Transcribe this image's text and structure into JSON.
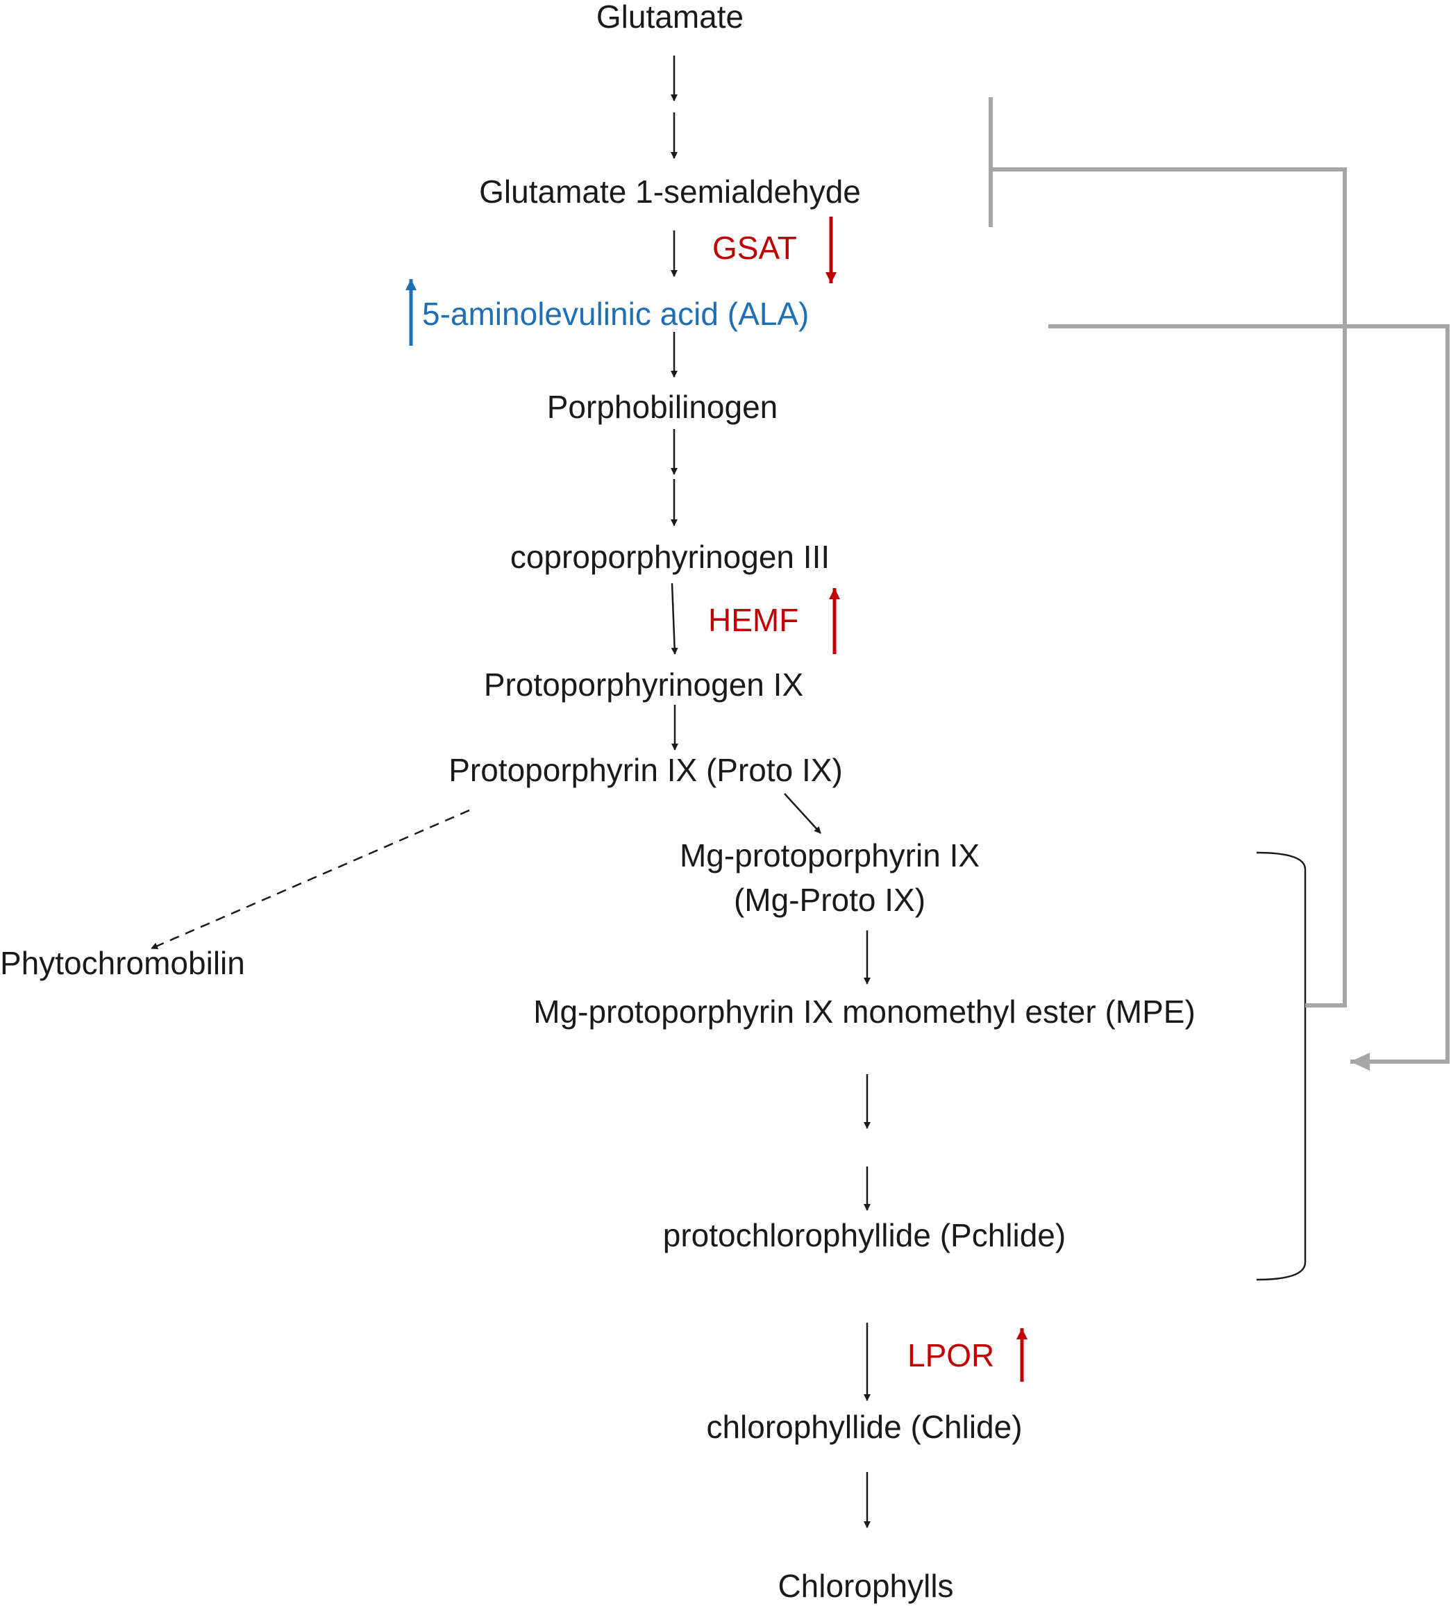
{
  "compounds": {
    "glutamate": "Glutamate",
    "gsa": "Glutamate 1-semialdehyde",
    "ala": "5-aminolevulinic acid (ALA)",
    "pbg": "Porphobilinogen",
    "copro": "coproporphyrinogen III",
    "protogen": "Protoporphyrinogen IX",
    "proto": "Protoporphyrin IX (Proto IX)",
    "mgproto_1": "Mg-protoporphyrin IX",
    "mgproto_2": "(Mg-Proto IX)",
    "phyto": "Phytochromobilin",
    "mpe": "Mg-protoporphyrin IX monomethyl ester (MPE)",
    "pchlide": "protochlorophyllide (Pchlide)",
    "chlide": "chlorophyllide (Chlide)",
    "chl": "Chlorophylls"
  },
  "enzymes": {
    "gsat": "GSAT",
    "hemf": "HEMF",
    "lpor": "LPOR"
  },
  "colors": {
    "text": "#1a1a1a",
    "enzyme": "#c00000",
    "ala": "#1f6fb5",
    "feedback": "#a6a6a6"
  }
}
